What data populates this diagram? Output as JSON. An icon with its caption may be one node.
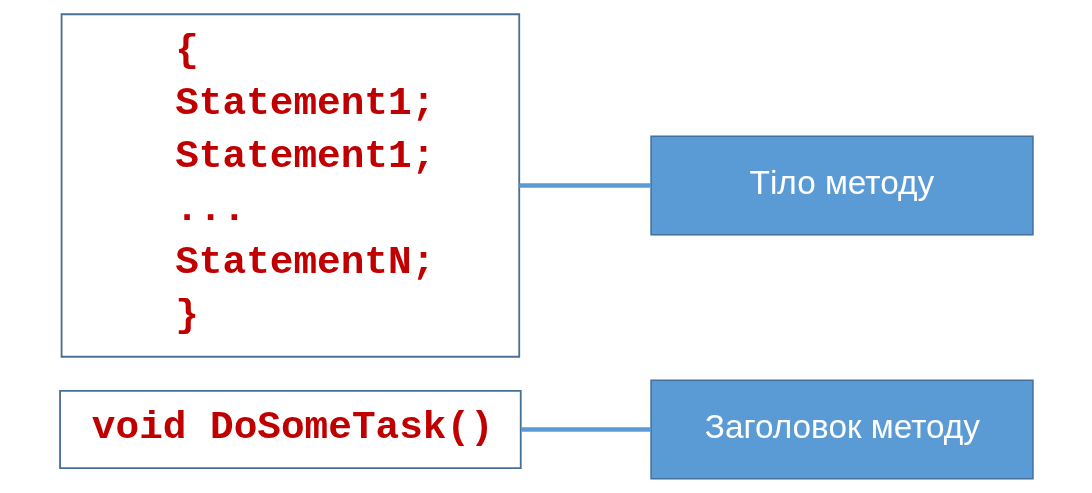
{
  "diagram": {
    "nodes": [
      {
        "text": [
          "void DoSomeTask()"
        ]
      },
      {
        "text": [
          "{",
          "Statement1;",
          "Statement1;",
          "...",
          "StatementN;",
          "}"
        ]
      },
      {
        "text": [
          "Заголовок методу"
        ]
      },
      {
        "text": [
          "Тіло методу"
        ]
      }
    ],
    "edges": [
      {
        "from": 2,
        "to": 0,
        "arrow": "none"
      },
      {
        "from": 3,
        "to": 1,
        "arrow": "none"
      }
    ]
  }
}
